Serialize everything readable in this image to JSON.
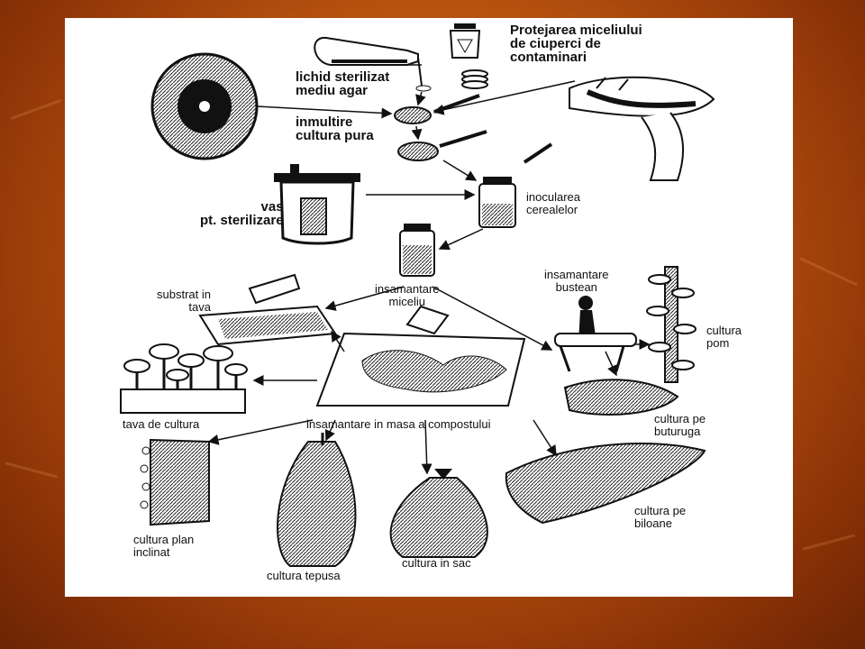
{
  "labels": {
    "protection": "Protejarea miceliului\nde ciuperci de\ncontaminari",
    "liquid_agar": "lichid sterilizat\nmediu agar",
    "multiply_pure": "inmultire\ncultura pura",
    "vessel": "vas\npt. sterilizare",
    "inoculation": "inocularea\ncerealelor",
    "seeding_mycelium": "insamantare\nmiceliu",
    "substrate_tray": "substrat in\ntava",
    "seeding_log": "insamantare\nbustean",
    "tree_culture": "cultura\npom",
    "tray_culture": "tava de cultura",
    "compost_seeding": "insamantare in masa a compostului",
    "stump_culture": "cultura pe\nbuturuga",
    "inclined_culture": "cultura plan\ninclinat",
    "sack_culture": "cultura in sac",
    "stake_culture": "cultura tepusa",
    "ridge_culture": "cultura pe\nbiloane"
  },
  "colors": {
    "background": "#b8520f",
    "panel": "#ffffff",
    "ink": "#111111"
  }
}
